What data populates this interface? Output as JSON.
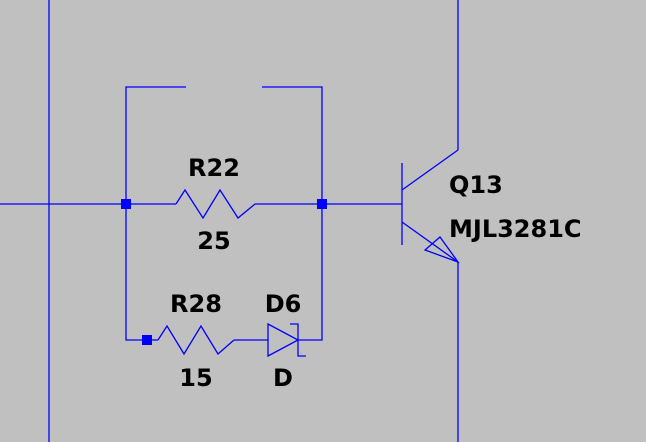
{
  "schematic": {
    "background": "#c0c0c0",
    "wire_color": "#0000ff",
    "label_color": "#000000",
    "components": [
      {
        "ref": "R22",
        "value": "25",
        "kind": "resistor"
      },
      {
        "ref": "R28",
        "value": "15",
        "kind": "resistor"
      },
      {
        "ref": "D6",
        "value": "D",
        "kind": "zener-diode"
      },
      {
        "ref": "Q13",
        "value": "MJL3281C",
        "kind": "npn-transistor"
      }
    ]
  }
}
